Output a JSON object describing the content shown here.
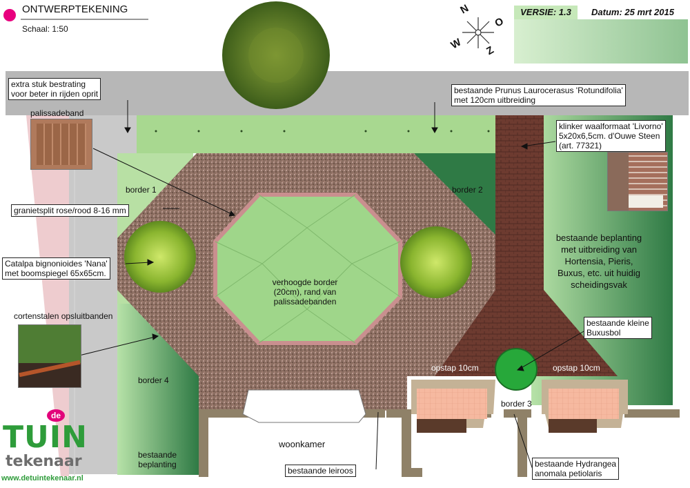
{
  "header": {
    "title": "ONTWERPTEKENING",
    "scale": "Schaal: 1:50",
    "version": "VERSIE: 1.3",
    "date": "Datum:  25 mrt 2015",
    "compass": {
      "n": "N",
      "o": "O",
      "z": "Z",
      "w": "W"
    }
  },
  "labels": {
    "extra_paving": [
      "extra stuk bestrating",
      "voor beter in rijden oprit"
    ],
    "palisade": "palissadeband",
    "prunus": [
      "bestaande Prunus Laurocerasus 'Rotundifolia'",
      "met 120cm uitbreiding"
    ],
    "klinker": [
      "klinker waalformaat 'Livorno'",
      "5x20x6,5cm. d'Ouwe Steen",
      "(art. 77321)"
    ],
    "border1": "border 1",
    "border2": "border 2",
    "border3": "border 3",
    "border4": "border 4",
    "graniet": "granietsplit rose/rood 8-16 mm",
    "catalpa": [
      "Catalpa bignonioides 'Nana'",
      "met boomspiegel 65x65cm."
    ],
    "raised": [
      "verhoogde border",
      "(20cm), rand van",
      "palissadebanden"
    ],
    "existing_planting_right": [
      "bestaande beplanting",
      "met uitbreiding van",
      "Hortensia, Pieris,",
      "Buxus, etc. uit huidig",
      "scheidingsvak"
    ],
    "cortensteel": "cortenstalen opsluitbanden",
    "buxus": [
      "bestaande kleine",
      "Buxusbol"
    ],
    "step_left": "opstap 10cm",
    "step_right": "opstap 10cm",
    "living_room": "woonkamer",
    "leiroos": "bestaande leiroos",
    "hydrangea": [
      "bestaande Hydrangea",
      "anomala petiolaris"
    ],
    "existing_planting_left": [
      "bestaande",
      "beplanting"
    ]
  },
  "logo": {
    "de": "de",
    "tuin": "TUIN",
    "tekenaar": "tekenaar",
    "url": "www.detuintekenaar.nl"
  },
  "colors": {
    "green_light": "#a8d89a",
    "green_dark": "#2f7a45",
    "gravel": "#8a6b5e",
    "brick": "#6b3a2e",
    "paving": "#b9b9b9",
    "logo_green": "#2e9c3a"
  }
}
